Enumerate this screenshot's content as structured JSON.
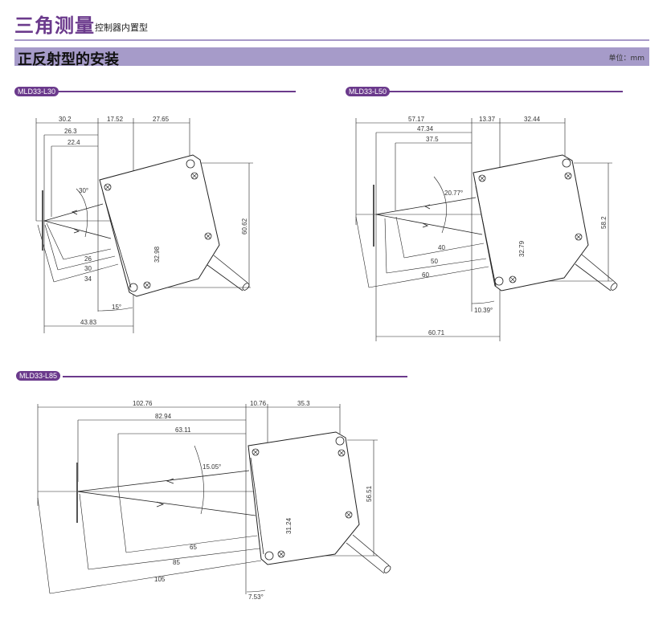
{
  "header": {
    "title": "三角测量",
    "subtitle": "控制器内置型"
  },
  "section": {
    "title": "正反射型的安装",
    "unit": "单位：mm"
  },
  "colors": {
    "brand": "#6b3a8c",
    "bar": "#a69bc9",
    "rule": "#a89ac8"
  },
  "models": [
    {
      "name": "MLD33-L30",
      "dims": {
        "top": [
          "30.2",
          "17.52",
          "27.65"
        ],
        "inner1": "26.3",
        "inner2": "22.4",
        "angle": "30°",
        "height": "60.62",
        "offset": "32.98",
        "ranges": [
          "26",
          "30",
          "34"
        ],
        "tilt": "15°",
        "bottom": "43.83"
      }
    },
    {
      "name": "MLD33-L50",
      "dims": {
        "top": [
          "57.17",
          "13.37",
          "32.44"
        ],
        "inner1": "47.34",
        "inner2": "37.5",
        "angle": "20.77°",
        "height": "58.2",
        "offset": "32.79",
        "ranges": [
          "40",
          "50",
          "60"
        ],
        "tilt": "10.39°",
        "bottom": "60.71"
      }
    },
    {
      "name": "MLD33-L85",
      "dims": {
        "top": [
          "102.76",
          "10.76",
          "35.3"
        ],
        "inner1": "82.94",
        "inner2": "63.11",
        "angle": "15.05°",
        "height": "56.51",
        "offset": "31.24",
        "ranges": [
          "65",
          "85",
          "105"
        ],
        "tilt": "7.53°"
      }
    }
  ]
}
